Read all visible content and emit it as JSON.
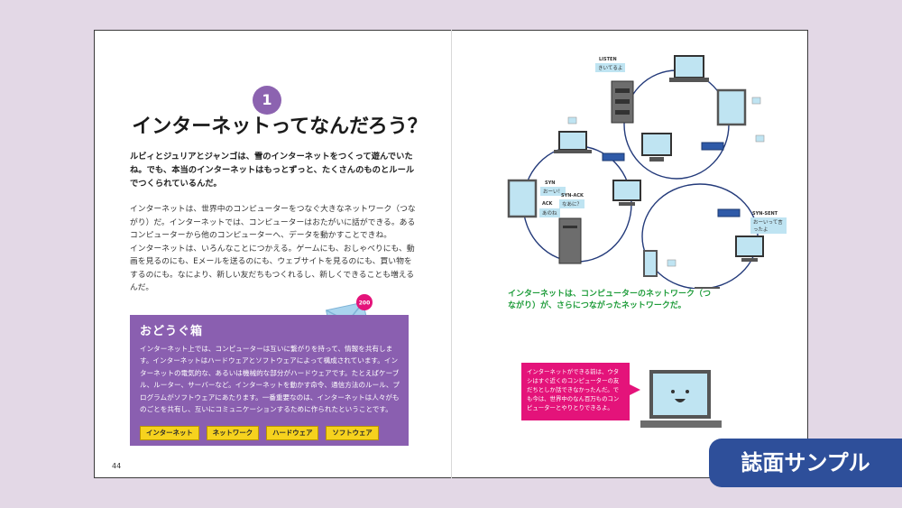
{
  "section": {
    "number": "1",
    "title": "インターネットってなんだろう？",
    "intro": "ルビィとジュリアとジャンゴは、雪のインターネットをつくって遊んでいたね。でも、本当のインターネットはもっとずっと、たくさんのものとルールでつくられているんだ。",
    "paragraphs": [
      "インターネットは、世界中のコンピューターをつなぐ大きなネットワーク（つながり）だ。インターネットでは、コンピューターはおたがいに話ができる。あるコンピューターから他のコンピューターへ、データを動かすことできね。",
      "インターネットは、いろんなことにつかえる。ゲームにも、おしゃべりにも、動画を見るのにも、Eメールを送るのにも、ウェブサイトを見るのにも、買い物をするのにも。なにより、新しい友だちもつくれるし、新しくできることも増えるんだ。"
    ]
  },
  "toolbox": {
    "heading": "おどうぐ箱",
    "badge": "200",
    "text": "インターネット上では、コンピューターは互いに繋がりを持って、情報を共有します。インターネットはハードウェアとソフトウェアによって構成されています。インターネットの電気的な、あるいは機械的な部分がハードウェアです。たとえばケーブル、ルーター、サーバーなど。インターネットを動かす命令、通信方法のルール、プログラムがソフトウェアにあたります。一番重要なのは、インターネットは人々がものごとを共有し、互いにコミュニケーションするために作られたということです。",
    "tags": [
      "インターネット",
      "ネットワーク",
      "ハードウェア",
      "ソフトウェア"
    ]
  },
  "page_number": "44",
  "network": {
    "labels": {
      "listen": "LISTEN",
      "listen_msg": "きいてるよ",
      "syn": "SYN",
      "syn_msg": "おーい！",
      "synack": "SYN-ACK",
      "synack_msg": "なあに？",
      "ack": "ACK",
      "ack_msg": "あのね",
      "synsent": "SYN-SENT",
      "synsent_msg": "おーいって言ったよ"
    },
    "caption": "インターネットは、コンピューターのネットワーク（つながり）が、さらにつながったネットワークだ。"
  },
  "note": "インターネットができる前は、ウタシはすぐ近くのコンピューターの友だちとしか話できなかったんだ。でも今は、世界中のなん百万ものコンピューターとやりとりできるよ。",
  "sample_label": "誌面サンプル",
  "colors": {
    "background": "#e3d8e6",
    "purple": "#8a5fb0",
    "yellow": "#f6d21e",
    "green": "#1e9c3a",
    "pink": "#e4137a",
    "blue": "#2e4f9a"
  }
}
